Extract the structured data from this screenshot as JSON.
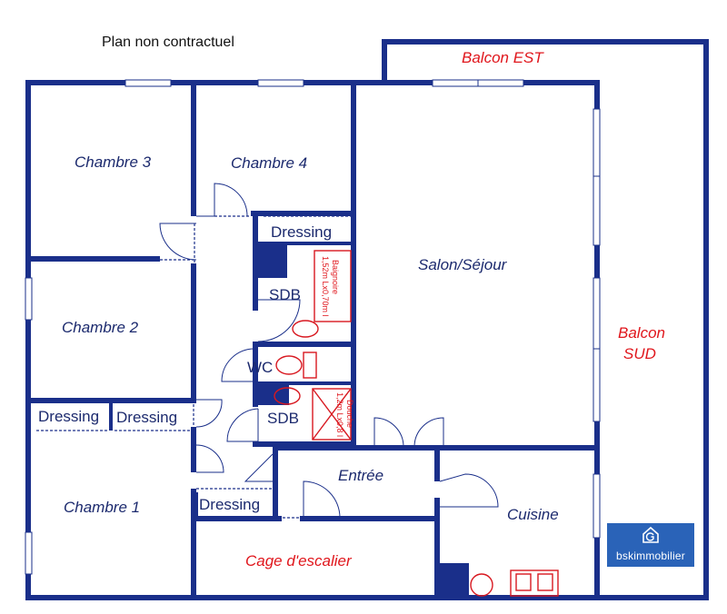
{
  "caption": "Plan non contractuel",
  "rooms": {
    "chambre3": "Chambre 3",
    "chambre4": "Chambre 4",
    "chambre2": "Chambre 2",
    "chambre1": "Chambre 1",
    "dressing_top": "Dressing",
    "dressing_left_a": "Dressing",
    "dressing_left_b": "Dressing",
    "dressing_bottom": "Dressing",
    "sdb_upper": "SDB",
    "sdb_lower": "SDB",
    "wc": "WC",
    "salon": "Salon/Séjour",
    "entree": "Entrée",
    "cuisine": "Cuisine"
  },
  "outdoor": {
    "balcon_est": "Balcon EST",
    "balcon_sud_line1": "Balcon",
    "balcon_sud_line2": "SUD",
    "cage": "Cage d'escalier"
  },
  "fixtures": {
    "bath_line1": "1,52m Lx0,70m l",
    "bath_line2": "Baignoire",
    "shower_line1": "1,2m Lx0,8 l",
    "shower_line2": "Douche"
  },
  "colors": {
    "wall": "#1a2f8a",
    "room_text": "#1c2a6e",
    "outdoor_text": "#e0161c",
    "logo_bg": "#2a63b8"
  },
  "logo": {
    "icon": "house-g-icon",
    "text": "bskimmobilier"
  }
}
